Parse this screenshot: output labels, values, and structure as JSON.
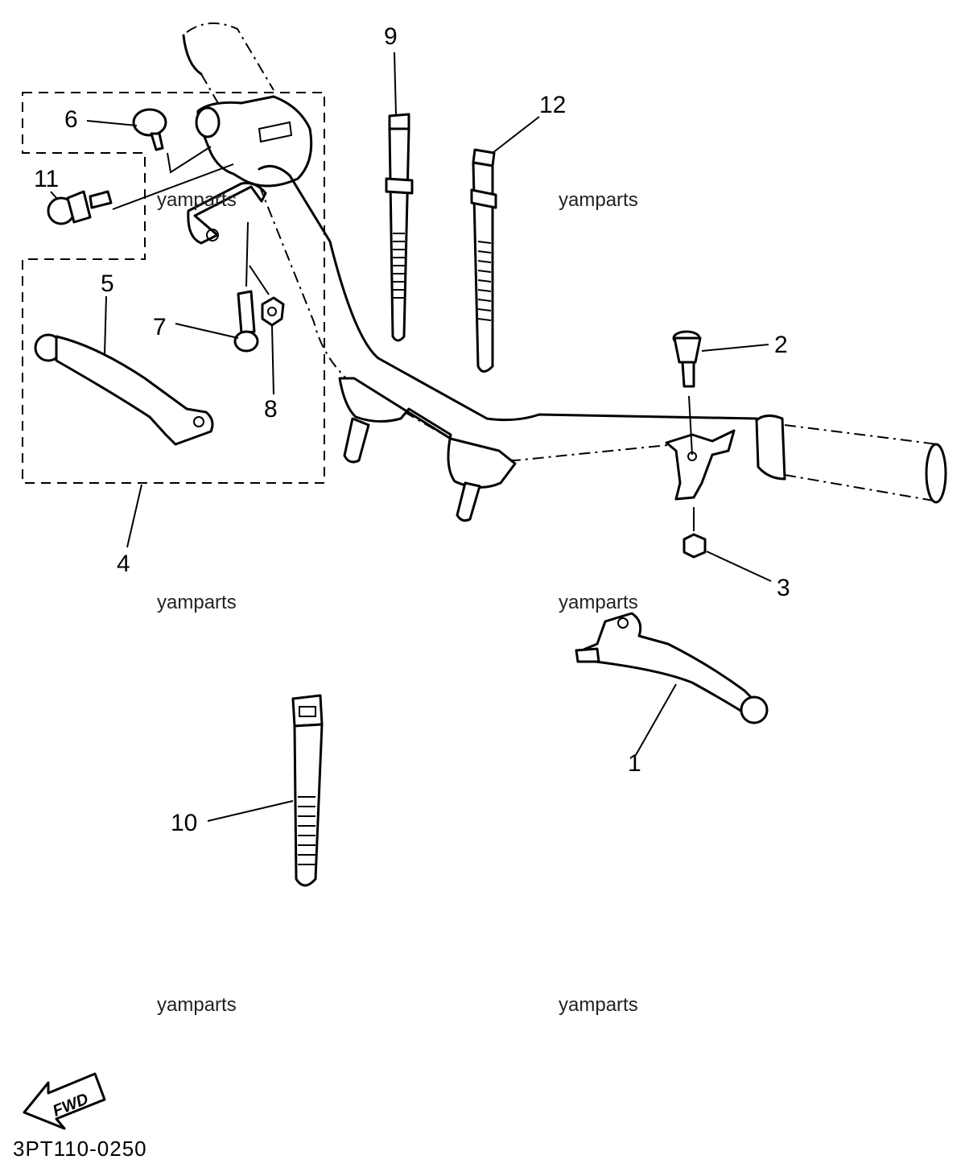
{
  "callouts": [
    "1",
    "2",
    "3",
    "4",
    "5",
    "6",
    "7",
    "8",
    "9",
    "10",
    "11",
    "12"
  ],
  "watermark": "yamparts",
  "diagram_code": "3PT110-0250",
  "fwd_label": "FWD"
}
